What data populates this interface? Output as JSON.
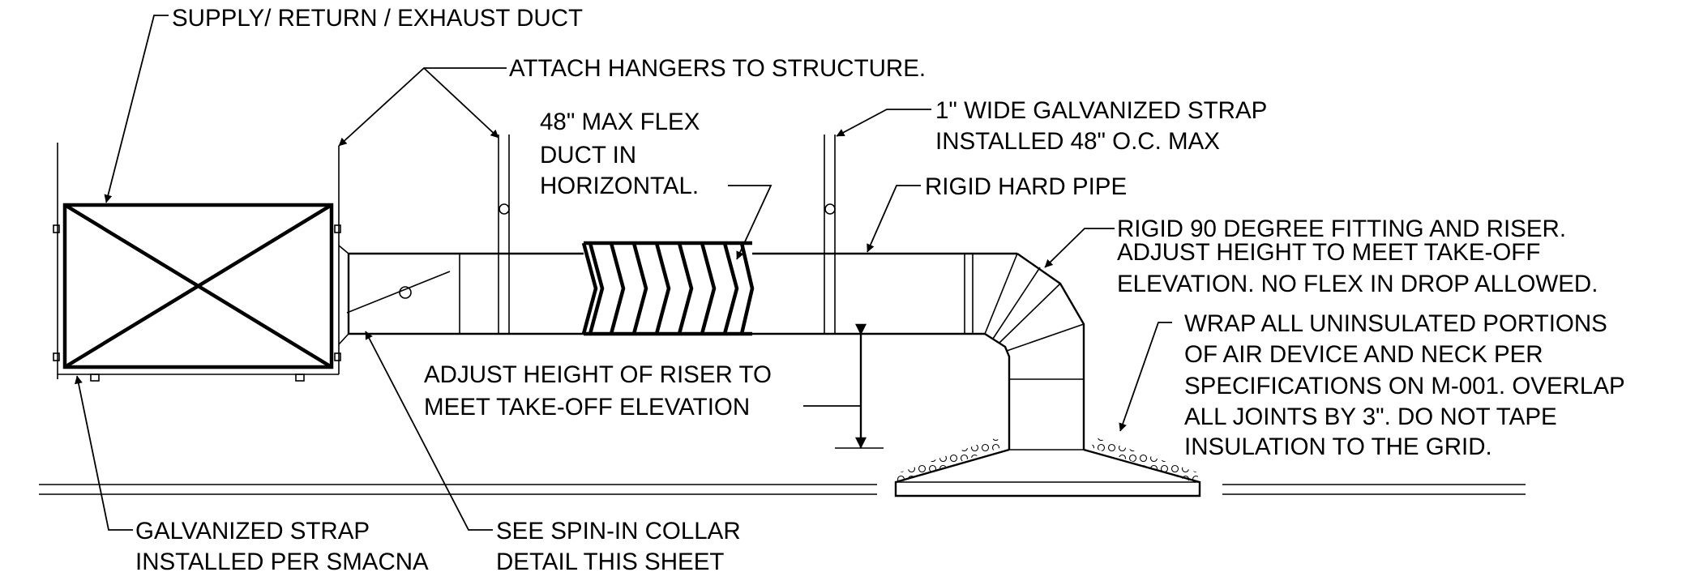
{
  "diagram": {
    "labels": {
      "supply_return_exhaust": "SUPPLY/ RETURN / EXHAUST DUCT",
      "attach_hangers": "ATTACH HANGERS TO STRUCTURE.",
      "flex_max_line1": "48\" MAX FLEX",
      "flex_max_line2": "DUCT IN",
      "flex_max_line3": "HORIZONTAL.",
      "strap_line1": "1\" WIDE GALVANIZED STRAP",
      "strap_line2": "INSTALLED 48\" O.C. MAX",
      "rigid_hard_pipe": "RIGID HARD PIPE",
      "rigid90_line1": "RIGID 90 DEGREE FITTING AND RISER.",
      "rigid90_line2": "ADJUST HEIGHT TO MEET TAKE-OFF",
      "rigid90_line3": "ELEVATION. NO FLEX IN DROP ALLOWED.",
      "wrap_line1": "WRAP ALL UNINSULATED PORTIONS",
      "wrap_line2": "OF AIR DEVICE AND NECK PER",
      "wrap_line3": "SPECIFICATIONS ON M-001.  OVERLAP",
      "wrap_line4": "ALL JOINTS BY 3\". DO NOT TAPE",
      "wrap_line5": "INSULATION TO THE GRID.",
      "adjust_riser_line1": "ADJUST HEIGHT OF RISER TO",
      "adjust_riser_line2": "MEET TAKE-OFF ELEVATION",
      "galv_strap_line1": "GALVANIZED STRAP",
      "galv_strap_line2": "INSTALLED PER SMACNA",
      "spin_in_line1": "SEE SPIN-IN COLLAR",
      "spin_in_line2": "DETAIL THIS SHEET"
    }
  }
}
